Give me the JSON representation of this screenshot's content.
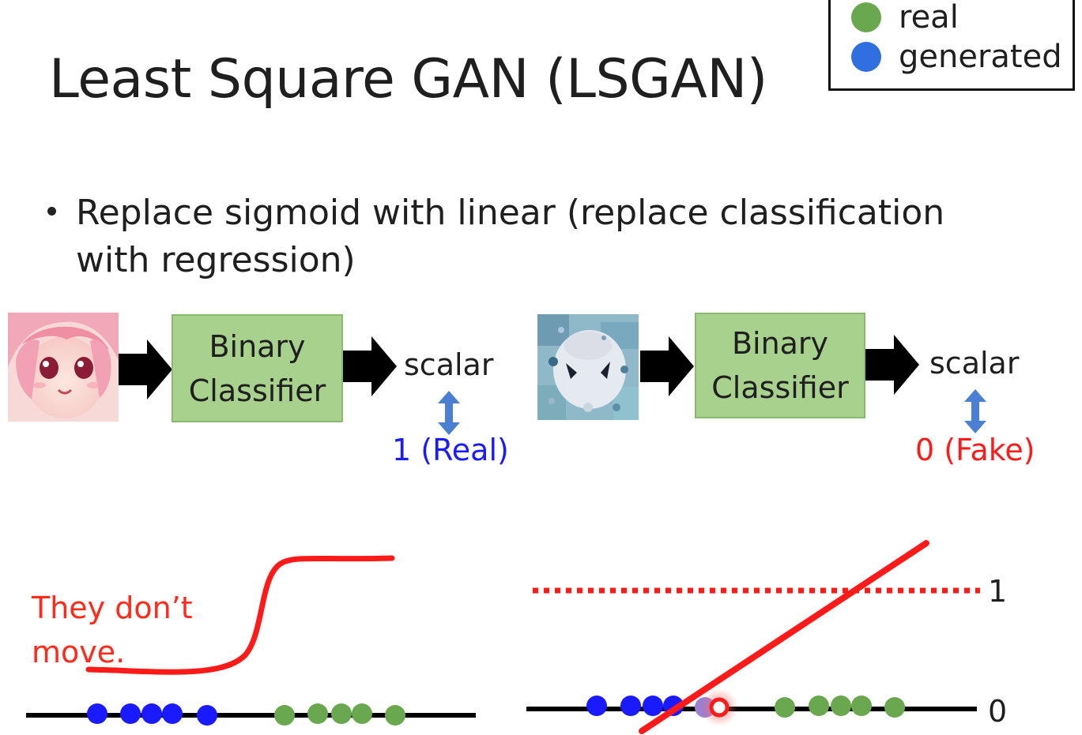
{
  "slide": {
    "title": "Least Square GAN (LSGAN)",
    "bullet": "Replace sigmoid with linear (replace classification with regression)"
  },
  "legend": {
    "items": [
      {
        "label": "real",
        "color": "#6aa84f"
      },
      {
        "label": "generated",
        "color": "#2f6fe0"
      }
    ]
  },
  "diagram": {
    "real_branch": {
      "image": "anime-face-image",
      "classifier_line1": "Binary",
      "classifier_line2": "Classifier",
      "output": "scalar",
      "target": "1 (Real)",
      "target_color": "#1a1aff"
    },
    "fake_branch": {
      "image": "noisy-generated-image",
      "classifier_line1": "Binary",
      "classifier_line2": "Classifier",
      "output": "scalar",
      "target": "0 (Fake)",
      "target_color": "#ff1a1a"
    }
  },
  "plots": {
    "sigmoid": {
      "annotation_line1": "They don’t",
      "annotation_line2": "move.",
      "curve_color": "#ff1a1a"
    },
    "linear": {
      "label_1": "1",
      "label_0": "0",
      "line_color": "#ff1a1a"
    }
  }
}
